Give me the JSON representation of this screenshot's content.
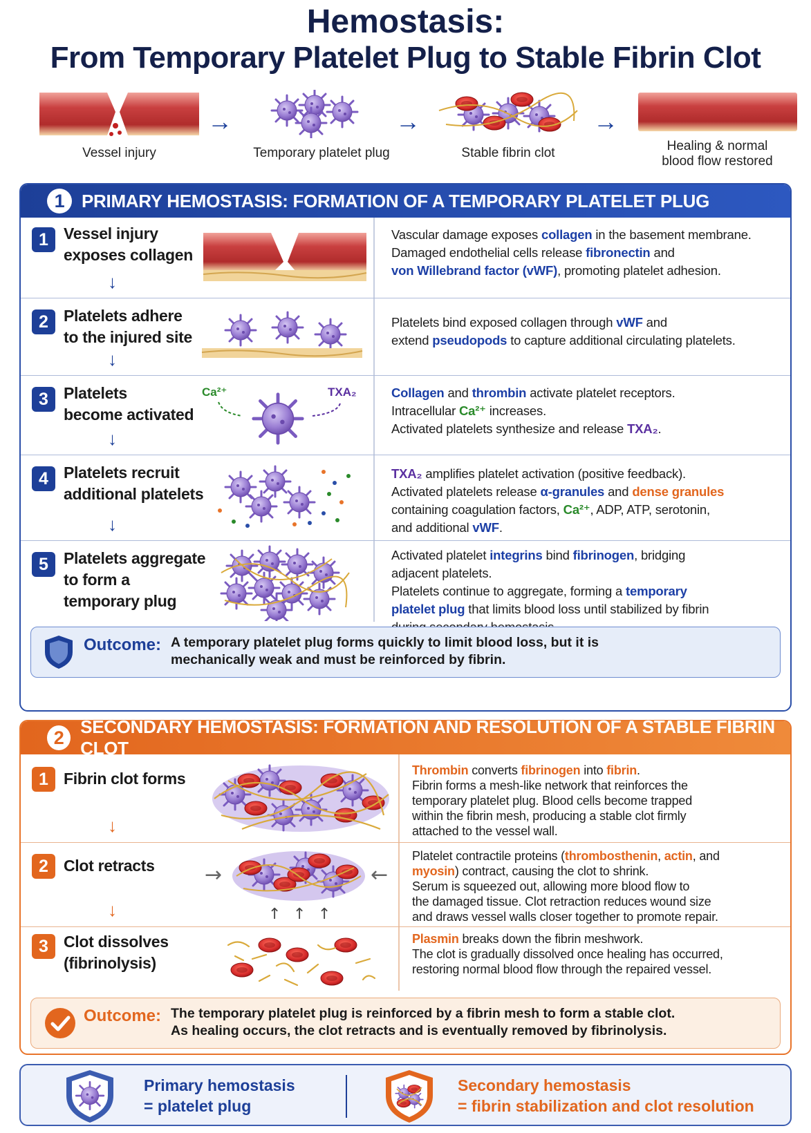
{
  "title": {
    "line1": "Hemostasis:",
    "line2": "From Temporary Platelet Plug to Stable Fibrin Clot"
  },
  "flow": {
    "steps": [
      {
        "label": "Vessel injury"
      },
      {
        "label": "Temporary platelet plug"
      },
      {
        "label": "Stable fibrin clot"
      },
      {
        "label_line1": "Healing & normal",
        "label_line2": "blood flow restored"
      }
    ],
    "arrow": "→"
  },
  "primary": {
    "number": "1",
    "heading": "PRIMARY HEMOSTASIS: FORMATION OF A TEMPORARY PLATELET PLUG",
    "steps": [
      {
        "num": "1",
        "title_lines": [
          "Vessel injury",
          "exposes collagen"
        ],
        "desc": [
          [
            {
              "t": "Vascular damage exposes "
            },
            {
              "t": "collagen",
              "c": "hb"
            },
            {
              "t": " in the basement membrane."
            }
          ],
          [
            {
              "t": "Damaged endothelial cells release "
            },
            {
              "t": "fibronectin",
              "c": "hb"
            },
            {
              "t": " and"
            }
          ],
          [
            {
              "t": "von Willebrand factor (vWF)",
              "c": "hb"
            },
            {
              "t": ", promoting platelet adhesion."
            }
          ]
        ]
      },
      {
        "num": "2",
        "title_lines": [
          "Platelets adhere",
          "to the injured site"
        ],
        "desc": [
          [
            {
              "t": "Platelets bind exposed collagen through "
            },
            {
              "t": "vWF",
              "c": "hb"
            },
            {
              "t": " and"
            }
          ],
          [
            {
              "t": "extend "
            },
            {
              "t": "pseudopods",
              "c": "hb"
            },
            {
              "t": " to capture additional circulating platelets."
            }
          ]
        ]
      },
      {
        "num": "3",
        "title_lines": [
          "Platelets",
          "become activated"
        ],
        "labels": {
          "ca": "Ca²⁺",
          "txa": "TXA₂"
        },
        "desc": [
          [
            {
              "t": "Collagen",
              "c": "hb"
            },
            {
              "t": " and "
            },
            {
              "t": "thrombin",
              "c": "hb"
            },
            {
              "t": " activate platelet receptors."
            }
          ],
          [
            {
              "t": "Intracellular "
            },
            {
              "t": "Ca²⁺",
              "c": "hg"
            },
            {
              "t": " increases."
            }
          ],
          [
            {
              "t": "Activated platelets synthesize and release "
            },
            {
              "t": "TXA₂",
              "c": "hp"
            },
            {
              "t": "."
            }
          ]
        ]
      },
      {
        "num": "4",
        "title_lines": [
          "Platelets recruit",
          "additional platelets"
        ],
        "desc": [
          [
            {
              "t": "TXA₂",
              "c": "hp"
            },
            {
              "t": " amplifies platelet activation (positive feedback)."
            }
          ],
          [
            {
              "t": "Activated platelets release "
            },
            {
              "t": "α-granules",
              "c": "hb"
            },
            {
              "t": " and "
            },
            {
              "t": "dense granules",
              "c": "ho"
            }
          ],
          [
            {
              "t": "containing coagulation factors, "
            },
            {
              "t": "Ca²⁺",
              "c": "hg"
            },
            {
              "t": ", ADP, ATP, serotonin,"
            }
          ],
          [
            {
              "t": "and additional "
            },
            {
              "t": "vWF",
              "c": "hb"
            },
            {
              "t": "."
            }
          ]
        ]
      },
      {
        "num": "5",
        "title_lines": [
          "Platelets aggregate",
          "to form a",
          "temporary plug"
        ],
        "desc": [
          [
            {
              "t": "Activated platelet "
            },
            {
              "t": "integrins",
              "c": "hb"
            },
            {
              "t": " bind "
            },
            {
              "t": "fibrinogen",
              "c": "hb"
            },
            {
              "t": ", bridging"
            }
          ],
          [
            {
              "t": "adjacent platelets."
            }
          ],
          [
            {
              "t": "Platelets continue to aggregate, forming a "
            },
            {
              "t": "temporary",
              "c": "hb"
            }
          ],
          [
            {
              "t": "platelet plug",
              "c": "hb"
            },
            {
              "t": " that limits blood loss until stabilized by fibrin"
            }
          ],
          [
            {
              "t": "during secondary hemostasis."
            }
          ]
        ]
      }
    ],
    "outcome_label": "Outcome:",
    "outcome_lines": [
      "A temporary platelet plug forms quickly to limit blood loss, but it is",
      "mechanically weak and must be reinforced by fibrin."
    ]
  },
  "secondary": {
    "number": "2",
    "heading": "SECONDARY HEMOSTASIS: FORMATION AND RESOLUTION OF A STABLE FIBRIN CLOT",
    "steps": [
      {
        "num": "1",
        "title_lines": [
          "Fibrin clot forms"
        ],
        "desc": [
          [
            {
              "t": "Thrombin",
              "c": "ho"
            },
            {
              "t": " converts "
            },
            {
              "t": "fibrinogen",
              "c": "ho"
            },
            {
              "t": " into "
            },
            {
              "t": "fibrin",
              "c": "ho"
            },
            {
              "t": "."
            }
          ],
          [
            {
              "t": "Fibrin forms a mesh-like network that reinforces the"
            }
          ],
          [
            {
              "t": "temporary platelet plug. Blood cells become trapped"
            }
          ],
          [
            {
              "t": "within the fibrin mesh, producing a stable clot firmly"
            }
          ],
          [
            {
              "t": "attached to the vessel wall."
            }
          ]
        ]
      },
      {
        "num": "2",
        "title_lines": [
          "Clot retracts"
        ],
        "desc": [
          [
            {
              "t": "Platelet contractile proteins ("
            },
            {
              "t": "thrombosthenin",
              "c": "ho"
            },
            {
              "t": ", "
            },
            {
              "t": "actin",
              "c": "ho"
            },
            {
              "t": ", and"
            }
          ],
          [
            {
              "t": "myosin",
              "c": "ho"
            },
            {
              "t": ") contract, causing the clot to shrink."
            }
          ],
          [
            {
              "t": "Serum is squeezed out, allowing more blood flow to"
            }
          ],
          [
            {
              "t": "the damaged tissue. Clot retraction reduces wound size"
            }
          ],
          [
            {
              "t": "and draws vessel walls closer together to promote repair."
            }
          ]
        ]
      },
      {
        "num": "3",
        "title_lines": [
          "Clot dissolves",
          "(fibrinolysis)"
        ],
        "desc": [
          [
            {
              "t": "Plasmin",
              "c": "ho"
            },
            {
              "t": " breaks down the fibrin meshwork."
            }
          ],
          [
            {
              "t": "The clot is gradually dissolved once healing has occurred,"
            }
          ],
          [
            {
              "t": "restoring normal blood flow through the repaired vessel."
            }
          ]
        ]
      }
    ],
    "outcome_label": "Outcome:",
    "outcome_lines": [
      "The temporary platelet plug is reinforced by a fibrin mesh to form a stable clot.",
      "As healing occurs, the clot retracts and is eventually removed by fibrinolysis."
    ]
  },
  "summary": {
    "primary_lines": [
      "Primary hemostasis",
      "= platelet plug"
    ],
    "secondary_lines": [
      "Secondary hemostasis",
      "= fibrin stabilization and clot resolution"
    ]
  },
  "colors": {
    "primary_blue": "#1d3f98",
    "secondary_orange": "#e2661e",
    "platelet_purple": "#9b7fd4",
    "rbc_red": "#d42a2a",
    "fibrin_gold": "#d9a93a"
  },
  "icons": [
    "shield-icon",
    "checkmark-icon",
    "platelet-shield-icon",
    "clot-shield-icon",
    "down-arrow-icon",
    "right-arrow-icon"
  ]
}
